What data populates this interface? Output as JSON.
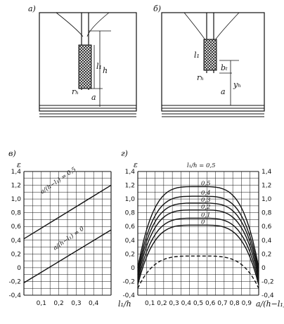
{
  "panels": {
    "a": {
      "tag": "a)",
      "labels": {
        "l1": "l₁",
        "h": "h",
        "rh": "rₕ",
        "a": "a"
      }
    },
    "b": {
      "tag": "б)",
      "labels": {
        "l1": "l₁",
        "rh": "rₕ",
        "bt": "bₜ",
        "yh": "yₕ",
        "a": "a"
      }
    },
    "c": {
      "tag": "в)"
    },
    "d": {
      "tag": "г)"
    }
  },
  "chart_data": [
    {
      "type": "line",
      "ylabel": "ε",
      "xlabel": "l₁/h",
      "xlim": [
        0,
        0.5
      ],
      "ylim": [
        -0.4,
        1.4
      ],
      "x_ticks": [
        "0,1",
        "0,2",
        "0,3",
        "0,4"
      ],
      "y_ticks": [
        "1,4",
        "1,2",
        "1,0",
        "0,8",
        "0,6",
        "0,4",
        "0,2",
        "0",
        "-0,2",
        "-0,4"
      ],
      "grid": true,
      "series": [
        {
          "name": "a/(h−l₁) = 0,5",
          "x": [
            0,
            0.5
          ],
          "y": [
            0.42,
            1.2
          ]
        },
        {
          "name": "a/(h−l₁) = 0",
          "x": [
            0,
            0.5
          ],
          "y": [
            -0.22,
            0.55
          ]
        }
      ]
    },
    {
      "type": "line",
      "ylabel": "ε",
      "xlabel": "a/(h−l₁)",
      "xlim": [
        0,
        1.0
      ],
      "ylim": [
        -0.4,
        1.4
      ],
      "x_ticks": [
        "0,1",
        "0,2",
        "0,3",
        "0,4",
        "0,5",
        "0,6",
        "0,7",
        "0,8",
        "0,9"
      ],
      "y_ticks": [
        "1,4",
        "1,2",
        "1,0",
        "0,8",
        "0,6",
        "0,4",
        "0,2",
        "0",
        "-0,2",
        "-0,4"
      ],
      "grid": true,
      "legend_title": "l₁/h = 0,5",
      "series": [
        {
          "name": "0,5",
          "peak": 1.18,
          "end": 0.0
        },
        {
          "name": "0,4",
          "peak": 1.04,
          "end": -0.05
        },
        {
          "name": "0,3",
          "peak": 0.94,
          "end": -0.1
        },
        {
          "name": "0,2",
          "peak": 0.84,
          "end": -0.15
        },
        {
          "name": "0,1",
          "peak": 0.72,
          "end": -0.2
        },
        {
          "name": "0",
          "peak": 0.62,
          "end": -0.25
        },
        {
          "name": "",
          "peak": 0.17,
          "end": -0.3,
          "dashed": true
        }
      ]
    }
  ]
}
